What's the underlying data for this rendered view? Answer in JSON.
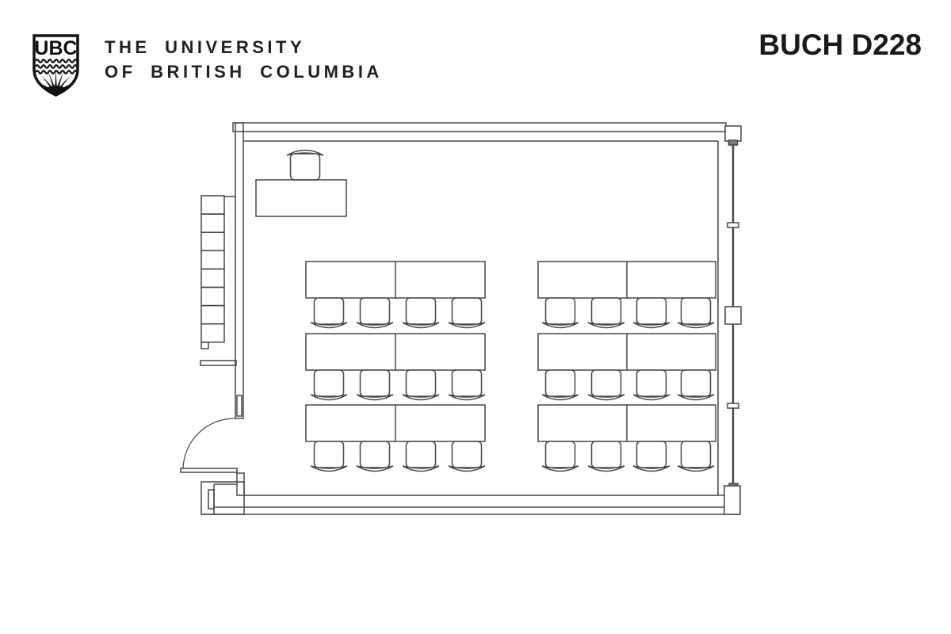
{
  "header": {
    "logo": {
      "acronym": "UBC",
      "icon": "ubc-crest-shield-icon"
    },
    "university_name_line1": "THE UNIVERSITY",
    "university_name_line2": "OF BRITISH COLUMBIA",
    "room_label": "BUCH D228"
  },
  "colors": {
    "background": "#ffffff",
    "text": "#231f20",
    "plan_line": "#474747"
  },
  "floor_plan": {
    "room_name": "BUCH D228",
    "type": "classroom seating plan",
    "instructor_station": {
      "desks": 1,
      "chairs": 1,
      "location": "front-left near top wall"
    },
    "seating": {
      "blocks": 2,
      "rows_per_block": 3,
      "tables_per_row": 2,
      "chairs_per_row": 4,
      "total_tables": 12,
      "total_chairs": 24,
      "chairs_face": "front (top of plan)"
    },
    "door": {
      "count": 1,
      "location": "bottom-left",
      "swing": "outward quarter-arc"
    },
    "windows": {
      "wall": "right",
      "mullion_blocks": 2,
      "small_ticks": 2
    },
    "shelving": {
      "cells": 8,
      "location": "outside left wall"
    }
  }
}
